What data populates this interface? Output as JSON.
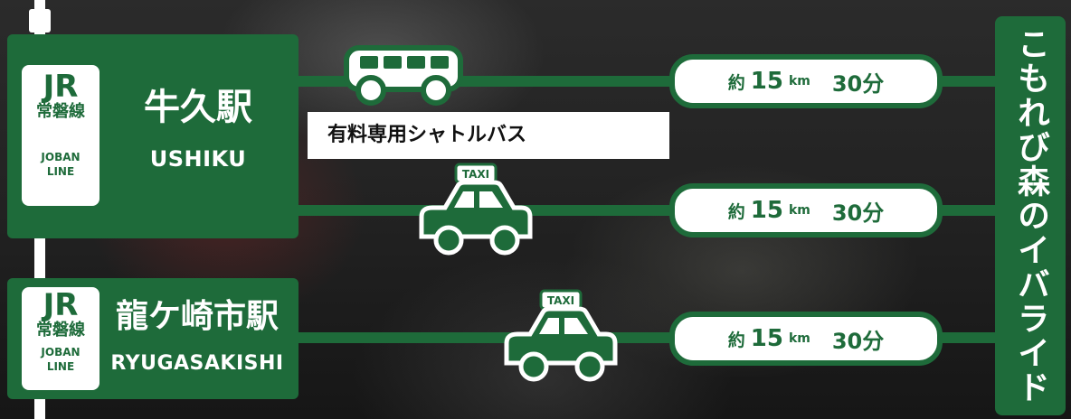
{
  "stations": [
    {
      "jr_mark": "JR",
      "line_jp": "常磐線",
      "line_en_1": "JOBAN",
      "line_en_2": "LINE",
      "name_jp": "牛久駅",
      "name_en": "USHIKU"
    },
    {
      "jr_mark": "JR",
      "line_jp": "常磐線",
      "line_en_1": "JOBAN",
      "line_en_2": "LINE",
      "name_jp": "龍ケ崎市駅",
      "name_en": "RYUGASAKISHI"
    }
  ],
  "routes": [
    {
      "vehicle_icon": "bus-icon",
      "approx": "約",
      "distance": "15",
      "distance_unit": "km",
      "time": "30分"
    },
    {
      "vehicle_icon": "taxi-icon",
      "taxi_sign": "TAXI",
      "approx": "約",
      "distance": "15",
      "distance_unit": "km",
      "time": "30分"
    },
    {
      "vehicle_icon": "taxi-icon",
      "taxi_sign": "TAXI",
      "approx": "約",
      "distance": "15",
      "distance_unit": "km",
      "time": "30分"
    }
  ],
  "shuttle_label": "有料専用シャトルバス",
  "destination": "こもれび森のイバライド",
  "colors": {
    "green": "#1e6b3a",
    "white": "#ffffff",
    "background": "#222222"
  }
}
